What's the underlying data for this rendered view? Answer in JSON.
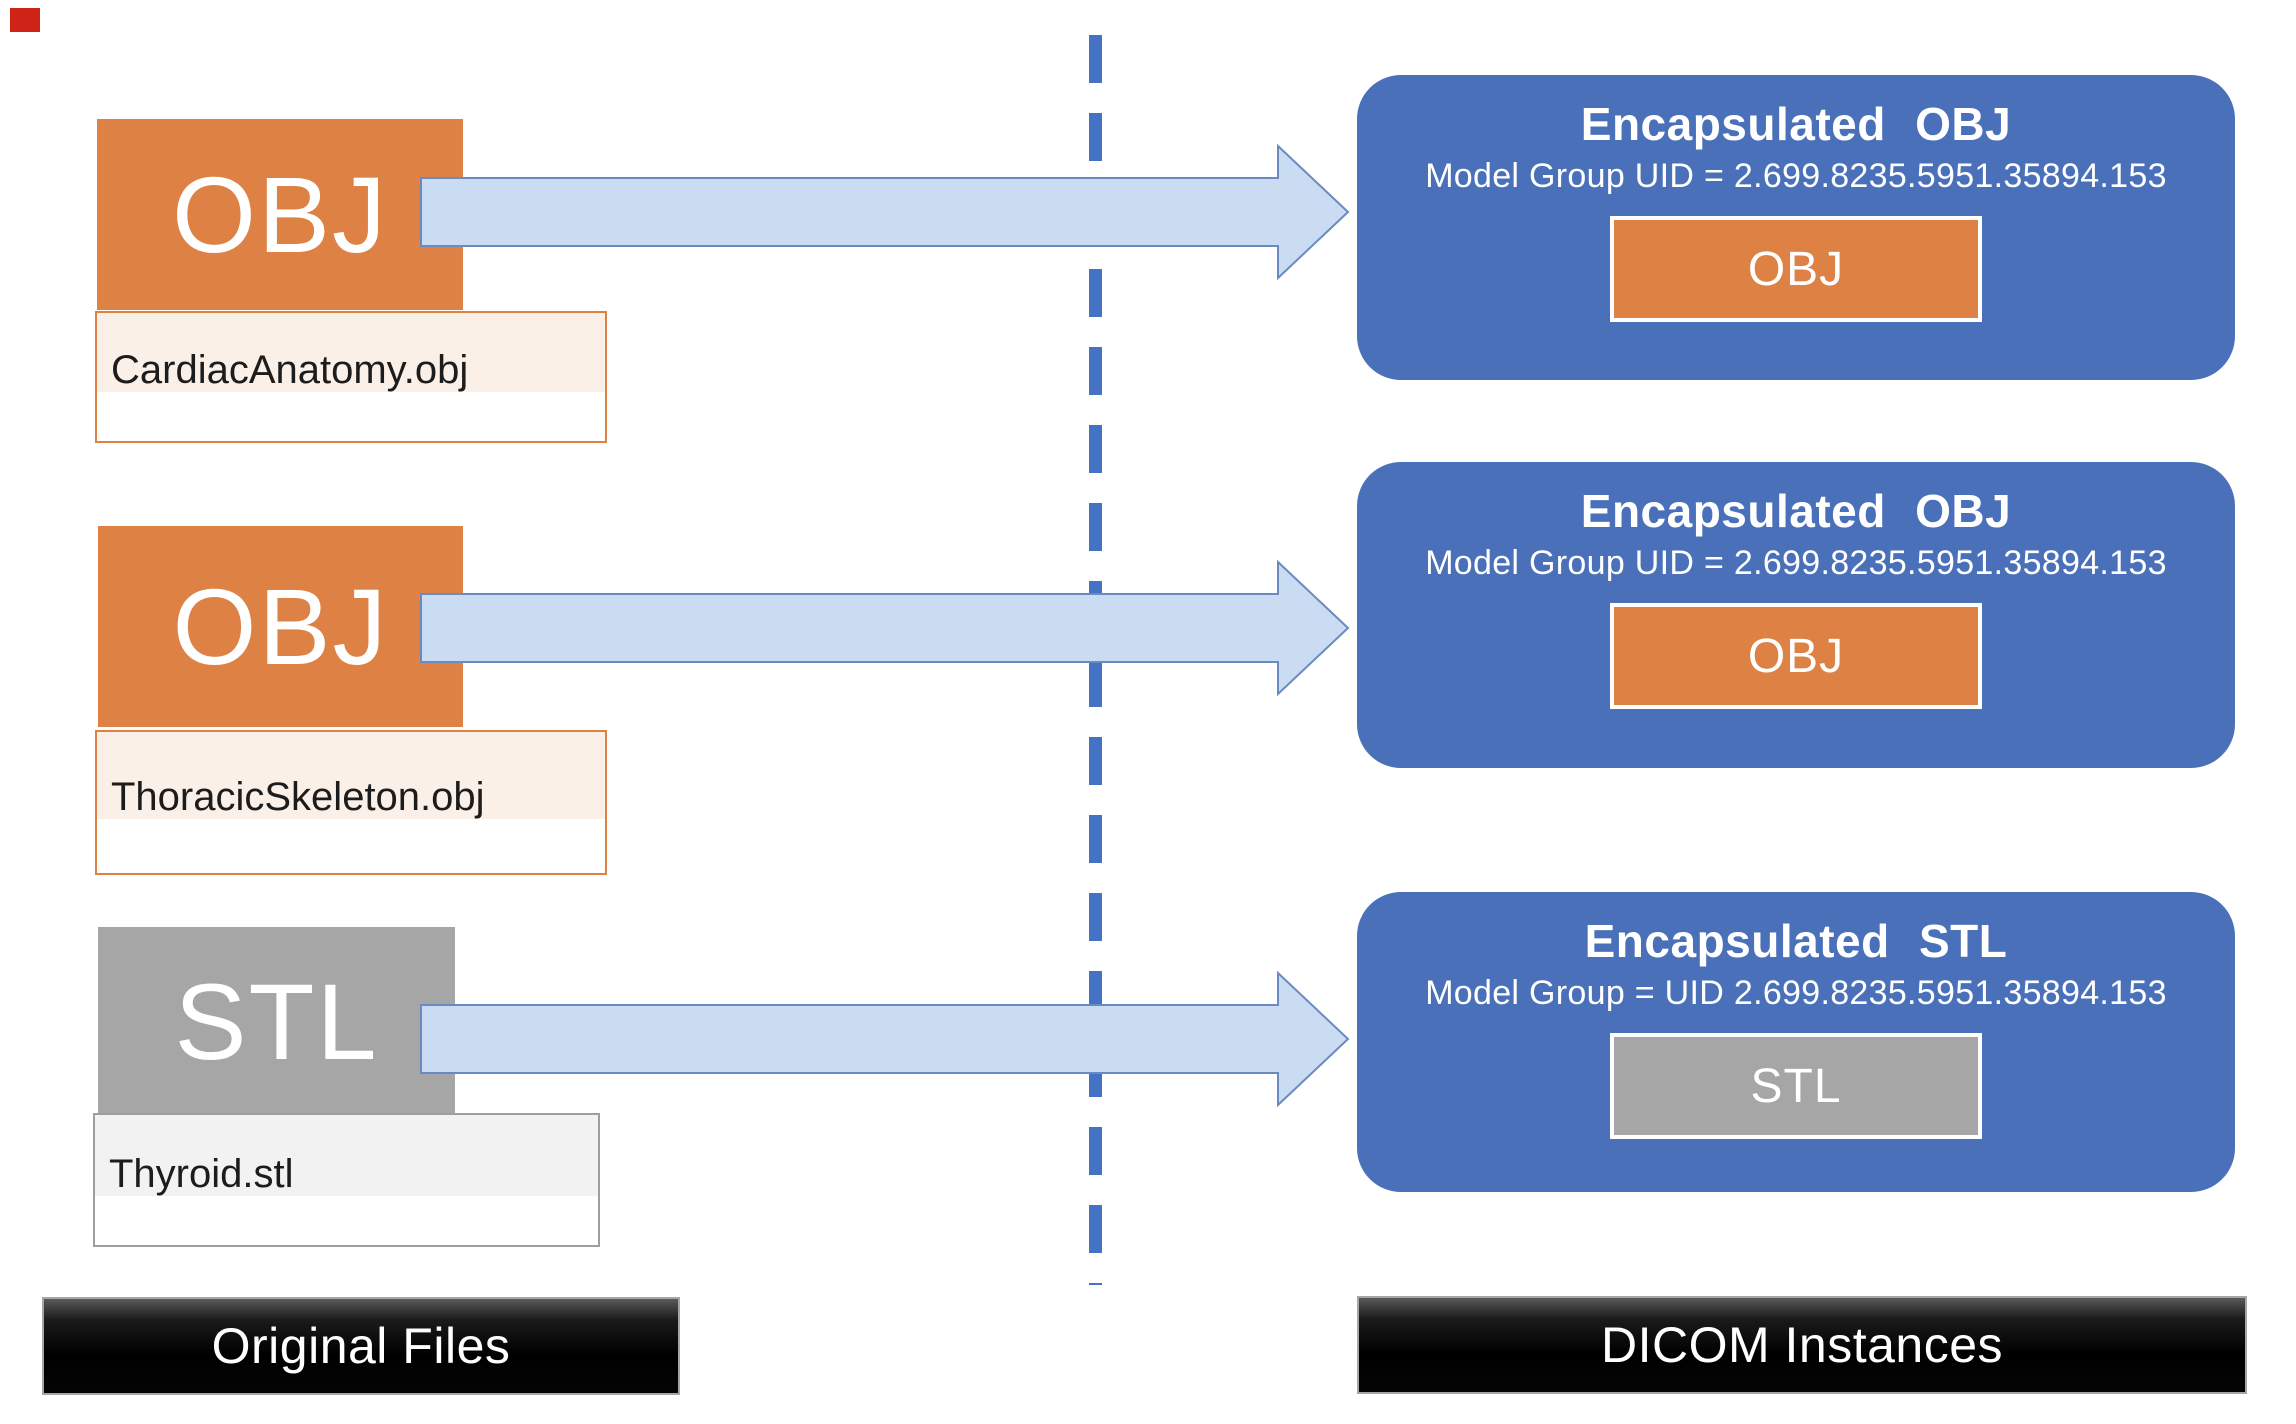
{
  "diagram": {
    "left_column": {
      "banner_label": "Original Files",
      "files": [
        {
          "type_label": "OBJ",
          "filename": "CardiacAnatomy.obj",
          "box_color": "#dd8144"
        },
        {
          "type_label": "OBJ",
          "filename": "ThoracicSkeleton.obj",
          "box_color": "#dd8144"
        },
        {
          "type_label": "STL",
          "filename": "Thyroid.stl",
          "box_color": "#a6a6a6"
        }
      ]
    },
    "right_column": {
      "banner_label": "DICOM Instances",
      "cards": [
        {
          "title": "Encapsulated OBJ",
          "uid_line": "Model Group UID = 2.699.8235.5951.35894.153",
          "badge_label": "OBJ",
          "badge_color": "#dd8144"
        },
        {
          "title": "Encapsulated OBJ",
          "uid_line": "Model Group UID = 2.699.8235.5951.35894.153",
          "badge_label": "OBJ",
          "badge_color": "#dd8144"
        },
        {
          "title": "Encapsulated STL",
          "uid_line": "Model Group = UID 2.699.8235.5951.35894.153",
          "badge_label": "STL",
          "badge_color": "#a6a6a6"
        }
      ]
    },
    "colors": {
      "card_blue": "#4a70ba",
      "divider_blue": "#4472c4",
      "arrow_fill": "#c9dcf1",
      "arrow_border": "#6b8ac1",
      "orange": "#dd8144",
      "gray": "#a6a6a6",
      "banner_black": "#000000",
      "label_tint_peach": "#faf0e8",
      "label_tint_gray": "#f2f2f2"
    }
  }
}
